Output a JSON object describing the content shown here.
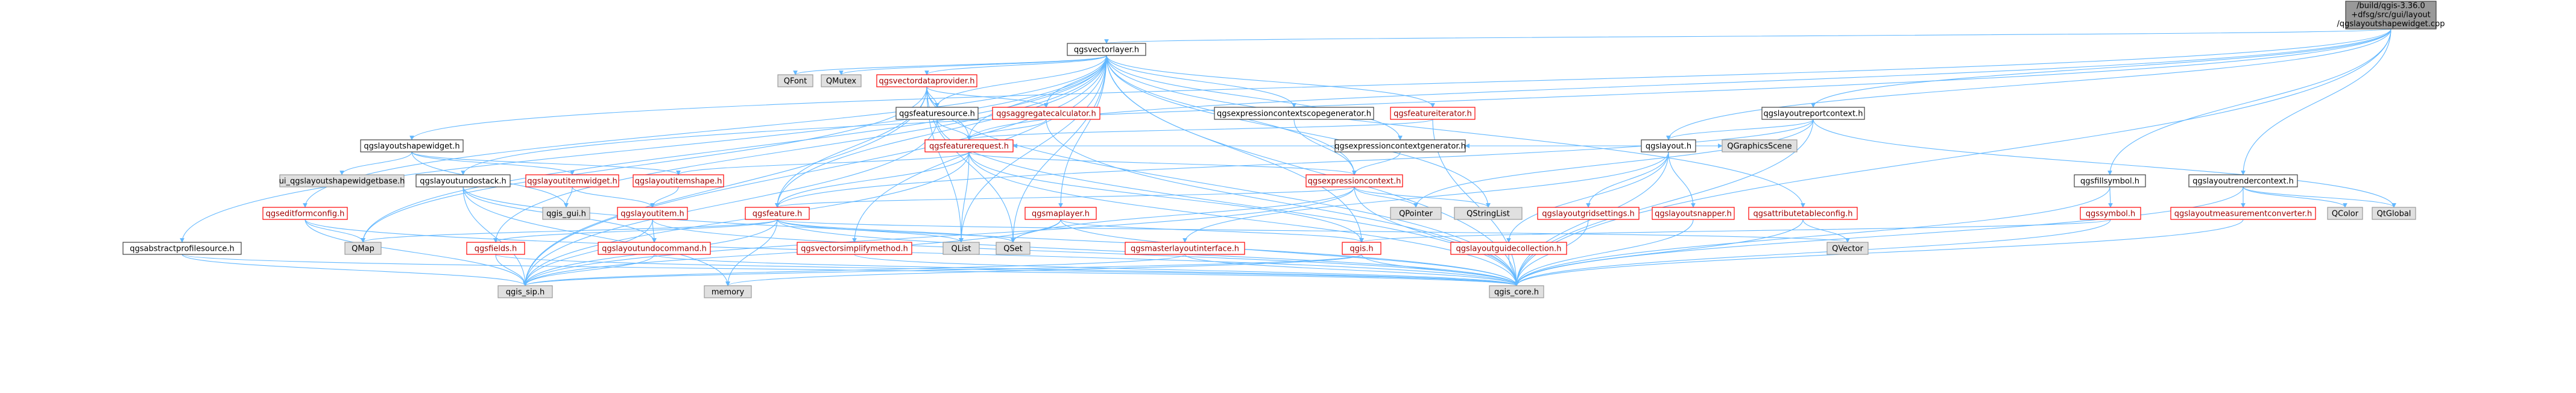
{
  "root": {
    "line1": "/build/qgis-3.36.0",
    "line2": "+dfsg/src/gui/layout",
    "line3": "/qgslayoutshapewidget.cpp"
  },
  "nodes": {
    "qgsvectorlayer": "qgsvectorlayer.h",
    "qgsvectordataprovider": "qgsvectordataprovider.h",
    "qgsfeaturesource": "qgsfeaturesource.h",
    "qgsaggregatecalculator": "qgsaggregatecalculator.h",
    "qgsfeaturerequest": "qgsfeaturerequest.h",
    "qgsexpressioncontextscopegenerator": "qgsexpressioncontextscopegenerator.h",
    "qgsfeatureiterator": "qgsfeatureiterator.h",
    "qgslayoutreportcontext": "qgslayoutreportcontext.h",
    "qgslayout": "qgslayout.h",
    "qgsexpressioncontextgenerator": "qgsexpressioncontextgenerator.h",
    "qgsexpressioncontext": "qgsexpressioncontext.h",
    "qgsfeature": "qgsfeature.h",
    "qgslayoutshapewidget": "qgslayoutshapewidget.h",
    "ui_qgslayoutshapewidgetbase": "ui_qgslayoutshapewidgetbase.h",
    "qgslayoutundostack": "qgslayoutundostack.h",
    "qgslayoutitemwidget": "qgslayoutitemwidget.h",
    "qgslayoutitemshape": "qgslayoutitemshape.h",
    "qgslayoutitem": "qgslayoutitem.h",
    "qgis_gui": "qgis_gui.h",
    "qgseditformconfig": "qgseditformconfig.h",
    "qgsabstractprofilesource": "qgsabstractprofilesource.h",
    "qmap": "QMap",
    "qgsfields": "qgsfields.h",
    "qgslayoutundocommand": "qgslayoutundocommand.h",
    "qgis_sip": "qgis_sip.h",
    "memory": "memory",
    "qgsvectorsimplifymethod": "qgsvectorsimplifymethod.h",
    "qgsmaplayer": "qgsmaplayer.h",
    "qlist": "QList",
    "qset": "QSet",
    "qpointer": "QPointer",
    "qstringlist": "QStringList",
    "qgis_h": "qgis.h",
    "qgsmasterlayoutinterface": "qgsmasterlayoutinterface.h",
    "qgslayoutgridsettings": "qgslayoutgridsettings.h",
    "qgslayoutsnapper": "qgslayoutsnapper.h",
    "qgslayoutguidecollection": "qgslayoutguidecollection.h",
    "qgsattributetableconfig": "qgsattributetableconfig.h",
    "qvector": "QVector",
    "qgis_core": "qgis_core.h",
    "qgraphicsscene": "QGraphicsScene",
    "qgsfillsymbol": "qgsfillsymbol.h",
    "qgssymbol": "qgssymbol.h",
    "qgslayoutrendercontext": "qgslayoutrendercontext.h",
    "qgslayoutmeasurementconverter": "qgslayoutmeasurementconverter.h",
    "qcolor": "QColor",
    "qtglobal": "QtGlobal",
    "qfont": "QFont",
    "qmutex": "QMutex"
  },
  "colors": {
    "edge": "#63b8ff",
    "root_fill": "#999999",
    "ext_fill": "#e0e0e0",
    "red_border": "#ff0000"
  }
}
